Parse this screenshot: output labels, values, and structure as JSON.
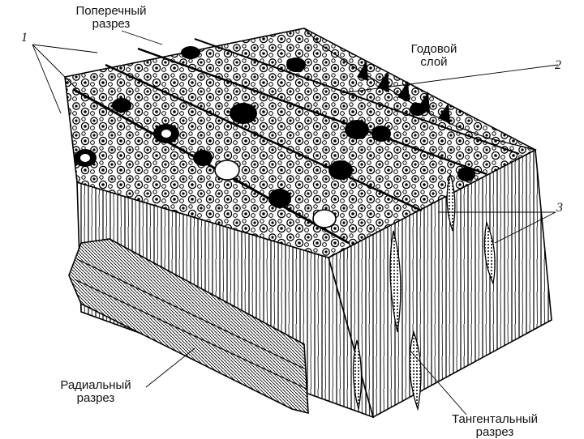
{
  "labels": {
    "cross_section": [
      "Поперечный",
      "разрез"
    ],
    "annual_layer": [
      "Годовой",
      "слой"
    ],
    "radial_section": [
      "Радиальный",
      "разрез"
    ],
    "tangential_section": [
      "Тангентальный",
      "разрез"
    ]
  },
  "numbers": {
    "one": "1",
    "two": "2",
    "three": "3"
  },
  "colors": {
    "ink": "#000000",
    "paper": "#ffffff"
  }
}
